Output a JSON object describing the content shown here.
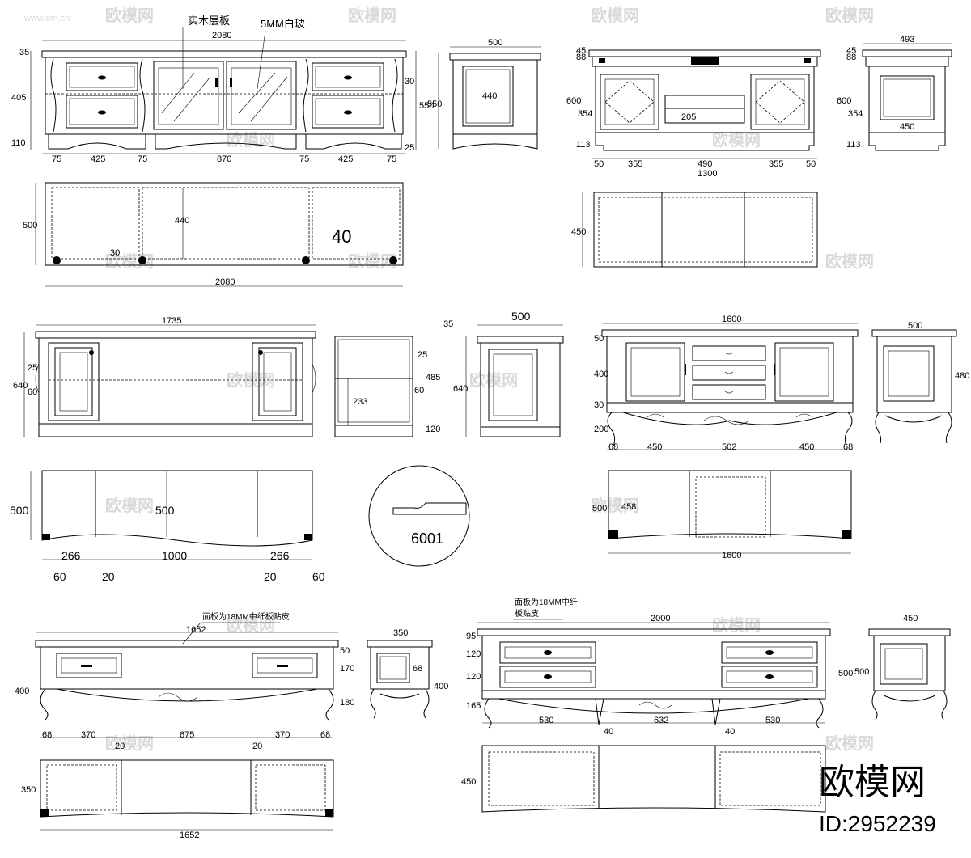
{
  "labels": {
    "solid_wood_shelf": "实木层板",
    "glass_5mm": "5MM白玻",
    "panel_note_a": "面板为18MM中纤板贴皮",
    "panel_note_b_line1": "面板为18MM中纤",
    "panel_note_b_line2": "板贴皮",
    "profile_code": "6001",
    "brand": "欧模网",
    "id_text": "ID:2952239",
    "wm_site": "www.om.cn"
  },
  "dims": {
    "a_top": "2080",
    "a_35": "35",
    "a_405": "405",
    "a_110": "110",
    "a_550": "550",
    "a_30": "30",
    "a_25": "25",
    "a_75": "75",
    "a_425": "425",
    "a_870": "870",
    "a_side_500": "500",
    "a_side_440": "440",
    "a_side_550": "550",
    "a_plan_500": "500",
    "a_plan_440": "440",
    "a_plan_30": "30",
    "a_plan_40": "40",
    "a_plan_2080": "2080",
    "b_top": "1300",
    "b_88": "88",
    "b_45": "45",
    "b_354": "354",
    "b_600": "600",
    "b_113": "113",
    "b_205": "205",
    "b_50": "50",
    "b_355": "355",
    "b_490": "490",
    "b_side_493": "493",
    "b_side_450": "450",
    "b_plan_450": "450",
    "c_top": "1735",
    "c_640": "640",
    "c_25": "25",
    "c_60": "60",
    "c_side_35": "35",
    "c_side_25": "25",
    "c_side_485": "485",
    "c_side_233": "233",
    "c_side_60": "60",
    "c_side_120": "120",
    "c_side2_500": "500",
    "c_side2_640": "640",
    "c_plan_500": "500",
    "c_plan_500b": "500",
    "c_plan_266": "266",
    "c_plan_1000": "1000",
    "c_plan_20": "20",
    "d_top": "1600",
    "d_50": "50",
    "d_400": "400",
    "d_30": "30",
    "d_200": "200",
    "d_68": "68",
    "d_450": "450",
    "d_502": "502",
    "d_side_500": "500",
    "d_side_480": "480",
    "d_plan_500": "500",
    "d_plan_458": "458",
    "d_plan_1600": "1600",
    "e_top": "1652",
    "e_400": "400",
    "e_50": "50",
    "e_170": "170",
    "e_180": "180",
    "e_68": "68",
    "e_370": "370",
    "e_675": "675",
    "e_20": "20",
    "e_side_350": "350",
    "e_side_68": "68",
    "e_side_400": "400",
    "e_plan_350": "350",
    "e_plan_1652": "1652",
    "f_top": "2000",
    "f_95": "95",
    "f_120": "120",
    "f_165": "165",
    "f_500": "500",
    "f_530": "530",
    "f_632": "632",
    "f_40": "40",
    "f_side_450": "450",
    "f_side_500": "500",
    "f_plan_450": "450"
  },
  "colors": {
    "line": "#000000",
    "watermark": "#d9d9d9",
    "background": "#ffffff"
  }
}
